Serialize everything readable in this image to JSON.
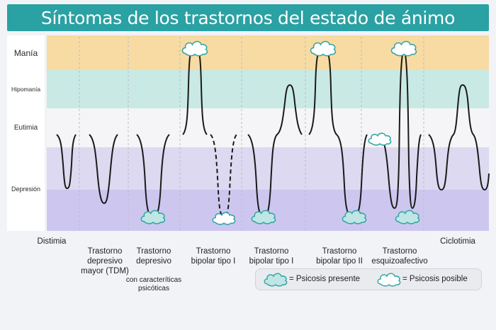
{
  "title": "Síntomas de los trastornos del estado de ánimo",
  "bands": [
    {
      "label": "Manía",
      "color": "#f7dba2"
    },
    {
      "label": "Hipomanía",
      "color": "#c9e9e4"
    },
    {
      "label": "Eutimia",
      "color": "#f5f5f7"
    },
    {
      "label": "Depresión",
      "color": "#dcd9f0"
    }
  ],
  "depression_lower_color": "#cdc7ef",
  "columns": [
    {
      "label": "Distimia"
    },
    {
      "label": "Trastorno\ndepresivo\nmayor (TDM)"
    },
    {
      "label": "Trastorno\ndepresivo",
      "sub": "con caracteríticas\npsicóticas"
    },
    {
      "label": "Trastorno\nbipolar tipo I"
    },
    {
      "label": "Trastorno\nbipolar tipo I"
    },
    {
      "label": "Trastorno\nbipolar tipo II"
    },
    {
      "label": "Trastorno\nesquizoafectivo"
    },
    {
      "label": "Ciclotimia"
    }
  ],
  "legend": {
    "present": "= Psicosis presente",
    "possible": "= Psicosis posible"
  },
  "colors": {
    "title_bg": "#2aa1a3",
    "cloud_present_fill": "#bfe6e4",
    "cloud_stroke": "#36a6a6",
    "line": "#1a1a1a"
  }
}
